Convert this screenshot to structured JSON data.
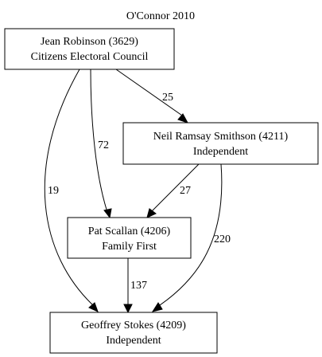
{
  "title": "O'Connor 2010",
  "nodes": {
    "jean": {
      "line1": "Jean Robinson (3629)",
      "line2": "Citizens Electoral Council"
    },
    "neil": {
      "line1": "Neil Ramsay Smithson (4211)",
      "line2": "Independent"
    },
    "pat": {
      "line1": "Pat Scallan (4206)",
      "line2": "Family First"
    },
    "geoffrey": {
      "line1": "Geoffrey Stokes (4209)",
      "line2": "Independent"
    }
  },
  "edges": {
    "jean_to_neil": {
      "from": "Jean Robinson (3629)",
      "to": "Neil Ramsay Smithson (4211)",
      "value": "25"
    },
    "jean_to_pat": {
      "from": "Jean Robinson (3629)",
      "to": "Pat Scallan (4206)",
      "value": "72"
    },
    "jean_to_geoffrey": {
      "from": "Jean Robinson (3629)",
      "to": "Geoffrey Stokes (4209)",
      "value": "19"
    },
    "neil_to_pat": {
      "from": "Neil Ramsay Smithson (4211)",
      "to": "Pat Scallan (4206)",
      "value": "27"
    },
    "neil_to_geoffrey": {
      "from": "Neil Ramsay Smithson (4211)",
      "to": "Geoffrey Stokes (4209)",
      "value": "220"
    },
    "pat_to_geoffrey": {
      "from": "Pat Scallan (4206)",
      "to": "Geoffrey Stokes (4209)",
      "value": "137"
    }
  }
}
